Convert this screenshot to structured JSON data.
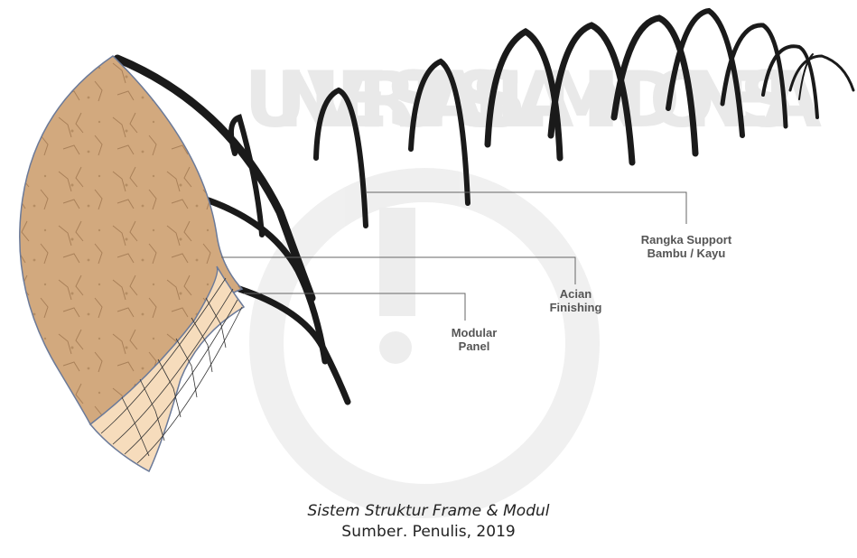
{
  "watermark": {
    "text": "UNIVERSITAS ISLAM INDONESIA",
    "color": "#d9d9d9"
  },
  "labels": {
    "rangka_line1": "Rangka Support",
    "rangka_line2": "Bambu / Kayu",
    "acian_line1": "Acian",
    "acian_line2": "Finishing",
    "modular_line1": "Modular",
    "modular_line2": "Panel"
  },
  "caption": {
    "title": "Sistem Struktur Frame & Modul",
    "source_label": "Sumber",
    "source_text": ". Penulis, 2019"
  },
  "colors": {
    "arch": "#1a1a1a",
    "plaster": "#d2a97e",
    "panel": "#f6dcbc",
    "leader": "#666666"
  }
}
